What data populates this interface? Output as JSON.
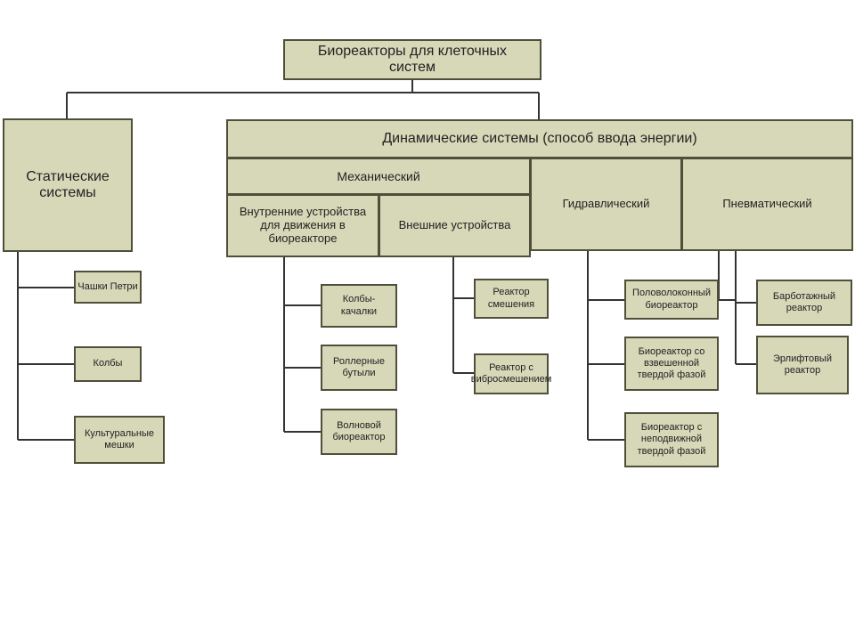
{
  "root": "Биореакторы для клеточных систем",
  "static": {
    "title": "Статические системы",
    "items": [
      "Чашки Петри",
      "Колбы",
      "Культуральные мешки"
    ]
  },
  "dynamic": {
    "title": "Динамические системы (способ ввода энергии)",
    "mechanical": {
      "title": "Механический",
      "internal": {
        "title": "Внутренние устройства для движения в биореакторе",
        "items": [
          "Колбы-качалки",
          "Роллерные бутыли",
          "Волновой биореактор"
        ]
      },
      "external": {
        "title": "Внешние устройства",
        "items": [
          "Реактор смешения",
          "Реактор с вибросмешением"
        ]
      }
    },
    "hydraulic": {
      "title": "Гидравлический",
      "items": [
        "Половолоконный биореактор",
        "Биореактор со взвешенной твердой фазой",
        "Биореактор с неподвижной твердой фазой"
      ]
    },
    "pneumatic": {
      "title": "Пневматический",
      "items": [
        "Барботажный реактор",
        "Эрлифтовый реактор"
      ]
    }
  }
}
